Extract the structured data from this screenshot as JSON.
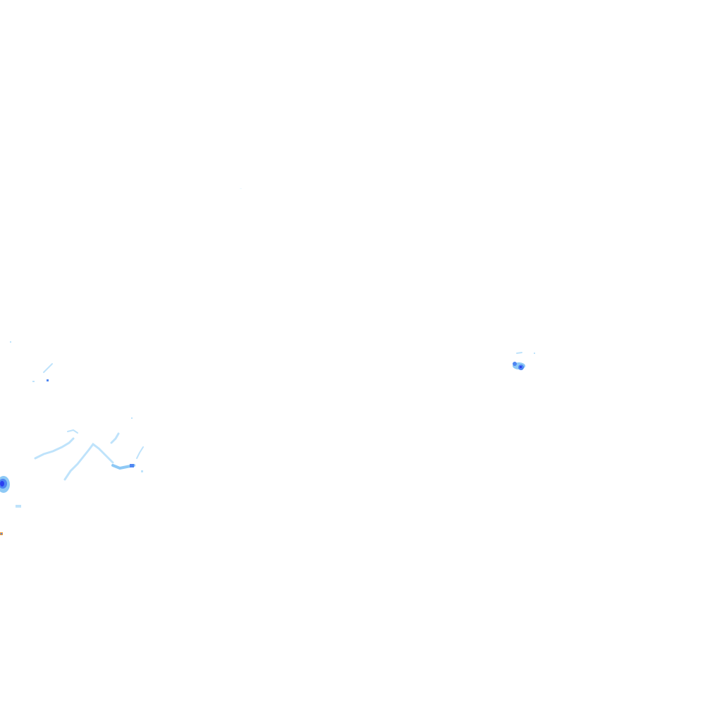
{
  "map": {
    "kind": "precipitation-radar-tile",
    "background": "#ffffff",
    "legend_colors": {
      "very_light": "#bfe3fb",
      "light": "#8ec9f5",
      "moderate": "#4f86f2",
      "heavy": "#2b3ff0",
      "very_heavy": "#f29a2e"
    },
    "echo_regions": [
      {
        "name": "west-edge-cell",
        "intensity_levels": [
          "light",
          "moderate",
          "heavy",
          "very_heavy"
        ]
      },
      {
        "name": "southwest-band",
        "intensity_levels": [
          "very_light",
          "light",
          "moderate"
        ]
      },
      {
        "name": "east-cell",
        "intensity_levels": [
          "light",
          "moderate",
          "heavy"
        ]
      }
    ]
  }
}
